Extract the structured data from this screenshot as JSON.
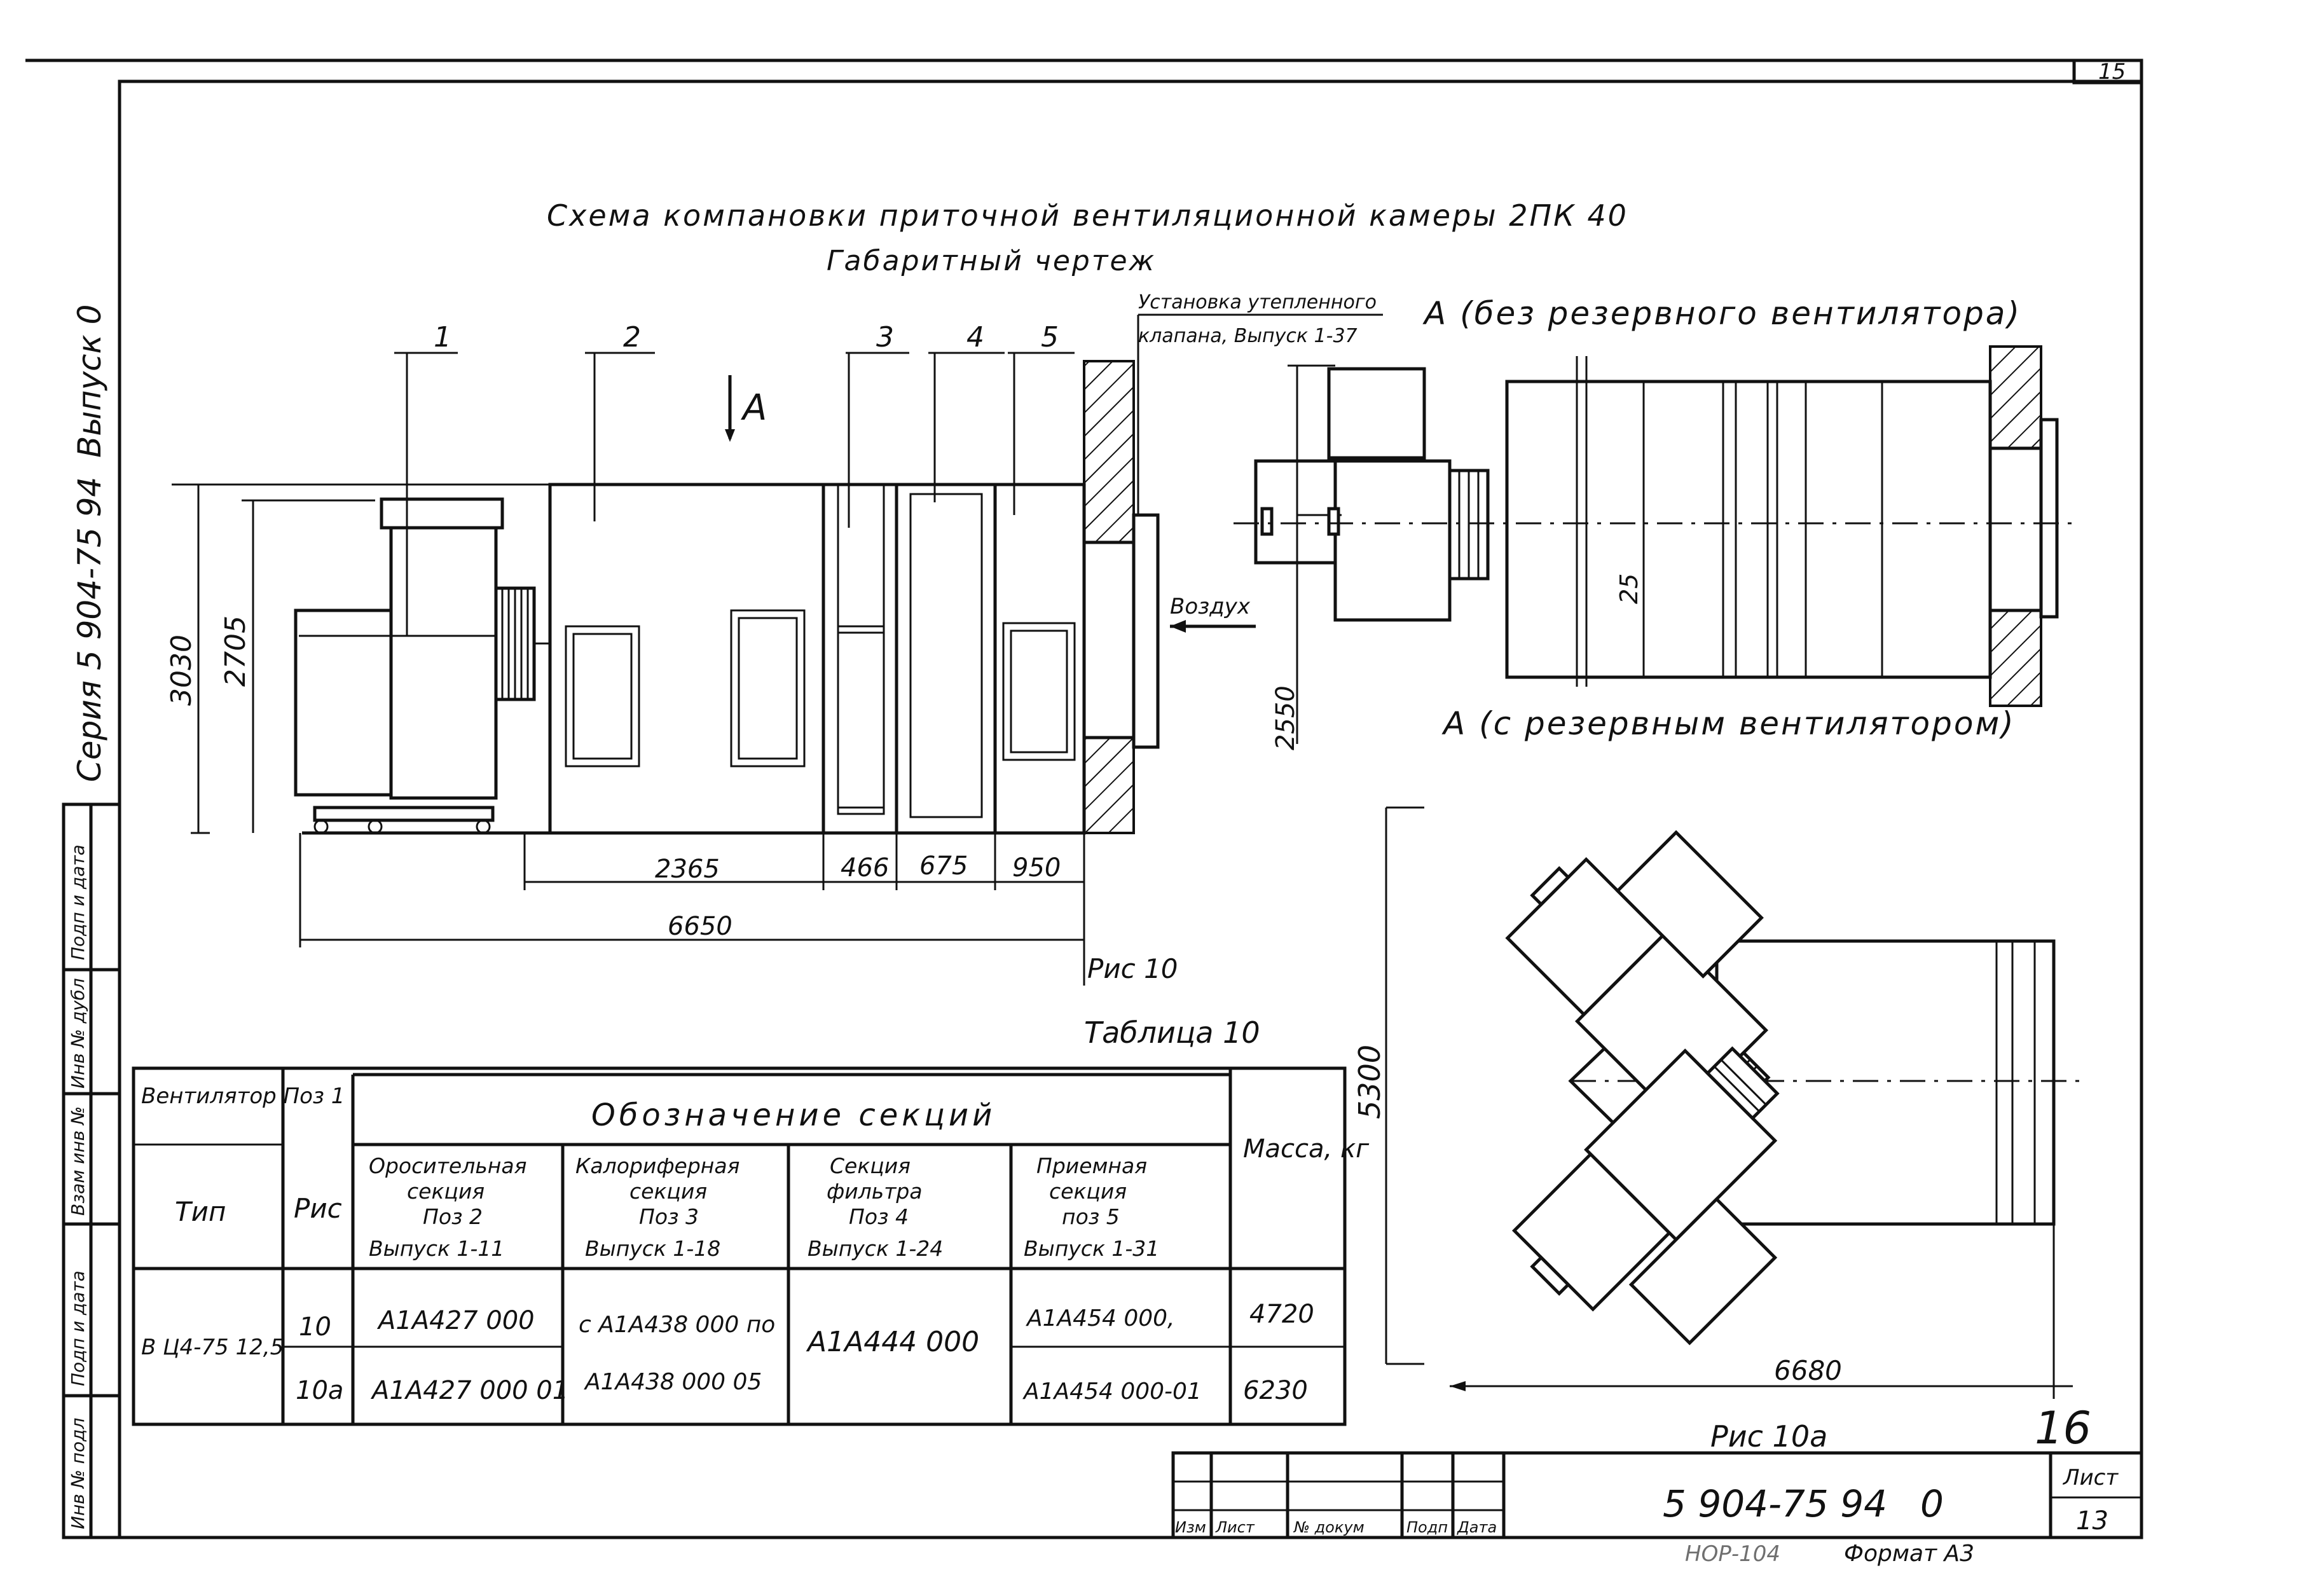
{
  "sheet": {
    "page_number": "15",
    "handwritten_number": "16",
    "copy_note": "Формат А3",
    "copy_stamp": "НОР-104"
  },
  "margin_labels": {
    "series": "Серия 5 904-75 94",
    "issue": "Выпуск 0",
    "stamp_cells": [
      "Подп и дата",
      "Инв № дубл",
      "Взам инв №",
      "Подп и дата",
      "Инв № подл"
    ]
  },
  "header": {
    "title": "Схема компановки приточной вентиляционной камеры 2ПК 40",
    "subtitle": "Габаритный чертеж"
  },
  "fig10": {
    "callouts": [
      "1",
      "2",
      "3",
      "4",
      "5"
    ],
    "view_marker": "А",
    "valve_note_line1": "Установка утепленного",
    "valve_note_line2": "клапана, Выпуск 1-37",
    "air_label": "Воздух",
    "dims": {
      "total_height": "3030",
      "inner_height": "2705",
      "sec2": "2365",
      "sec3": "466",
      "sec4": "675",
      "sec5": "950",
      "overall": "6650"
    },
    "caption": "Рис 10"
  },
  "viewA": {
    "title_no_reserve": "А (без резервного вентилятора)",
    "title_with_reserve": "А (с резервным вентилятором)",
    "dim_height": "2550",
    "dim_small": "25"
  },
  "fig10a": {
    "dim_height": "5300",
    "dim_length": "6680",
    "caption": "Рис 10а"
  },
  "table": {
    "caption": "Таблица 10",
    "col_fan_header": "Вентилятор Поз 1",
    "col_type": "Тип",
    "col_fig": "Рис",
    "group_header": "Обозначение секций",
    "col_mass": "Масса, кг",
    "sections": [
      {
        "l1": "Оросительная",
        "l2": "секция",
        "l3": "Поз 2",
        "l4": "Выпуск 1-11"
      },
      {
        "l1": "Калориферная",
        "l2": "секция",
        "l3": "Поз 3",
        "l4": "Выпуск 1-18"
      },
      {
        "l1": "Секция",
        "l2": "фильтра",
        "l3": "Поз 4",
        "l4": "Выпуск 1-24"
      },
      {
        "l1": "Приемная",
        "l2": "секция",
        "l3": "поз 5",
        "l4": "Выпуск 1-31"
      }
    ],
    "fan_type": "В Ц4-75 12,5",
    "rows": [
      {
        "fig": "10",
        "s2": "А1А427 000",
        "s3": "с А1А438 000 по",
        "s5": "А1А454 000,",
        "mass": "4720"
      },
      {
        "fig": "10а",
        "s2": "А1А427 000 01",
        "s3": "А1А438 000 05",
        "s5": "А1А454 000-01",
        "mass": "6230"
      }
    ],
    "s4_shared": "А1А444 000"
  },
  "title_block": {
    "headers": [
      "Изм",
      "Лист",
      "№ докум",
      "Подп",
      "Дата"
    ],
    "doc_code": "5 904-75 94",
    "issue": "0",
    "sheet_label": "Лист",
    "sheet_number": "13"
  }
}
